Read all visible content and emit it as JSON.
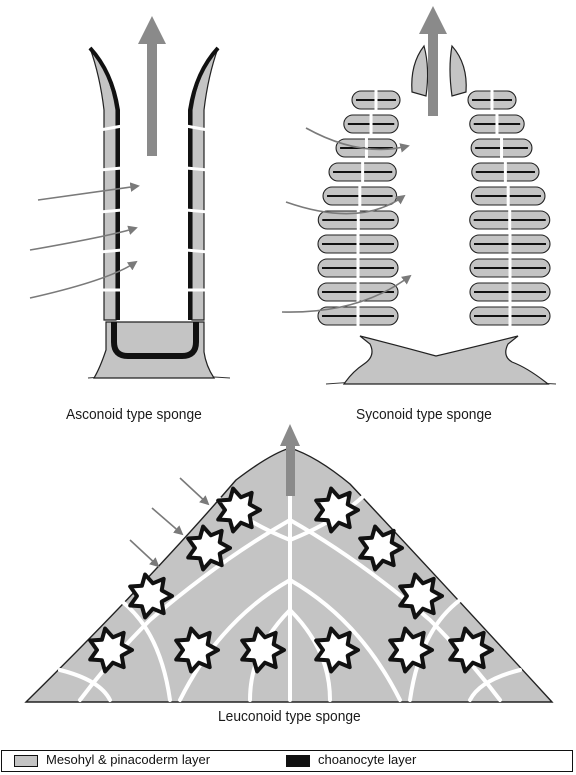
{
  "colors": {
    "mesohyl": "#c4c4c4",
    "choanocyte": "#111111",
    "flow_arrow": "#8a8a8a",
    "outline": "#222222"
  },
  "diagrams": {
    "asconoid": {
      "caption": "Asconoid type sponge"
    },
    "syconoid": {
      "caption": "Syconoid type sponge"
    },
    "leuconoid": {
      "caption": "Leuconoid type sponge"
    }
  },
  "legend": {
    "mesohyl_label": "Mesohyl & pinacoderm layer",
    "choanocyte_label": "choanocyte layer"
  }
}
